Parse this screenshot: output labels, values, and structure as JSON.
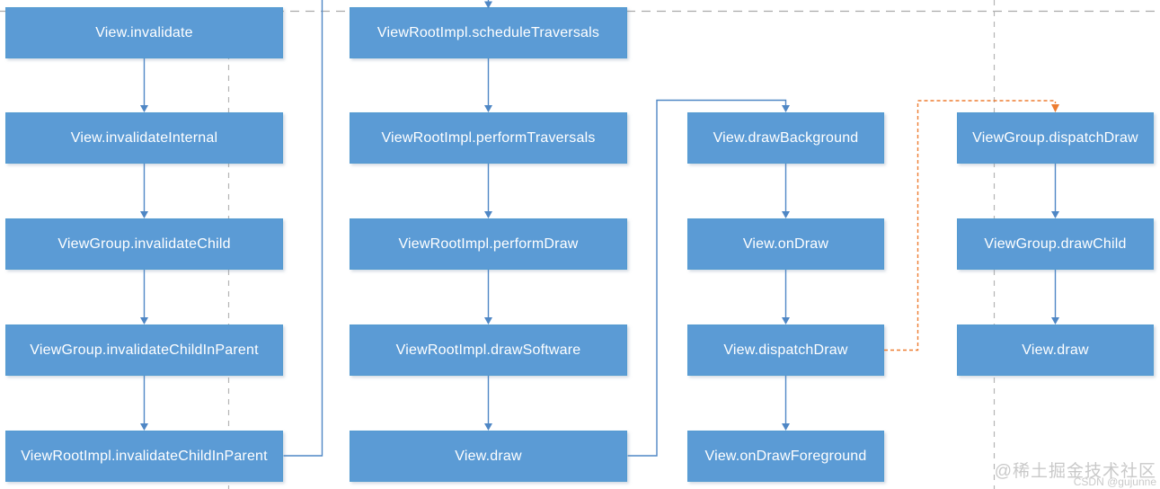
{
  "diagram": {
    "description": "Android View invalidate / draw call-flow diagram",
    "columns": [
      {
        "name": "invalidate-chain",
        "nodes": [
          "View.invalidate",
          "View.invalidateInternal",
          "ViewGroup.invalidateChild",
          "ViewGroup.invalidateChildInParent",
          "ViewRootImpl.invalidateChildInParent"
        ]
      },
      {
        "name": "traversal-chain",
        "nodes": [
          "ViewRootImpl.scheduleTraversals",
          "ViewRootImpl.performTraversals",
          "ViewRootImpl.performDraw",
          "ViewRootImpl.drawSoftware",
          "View.draw"
        ]
      },
      {
        "name": "view-draw-steps",
        "nodes": [
          "View.drawBackground",
          "View.onDraw",
          "View.dispatchDraw",
          "View.onDrawForeground"
        ]
      },
      {
        "name": "viewgroup-draw-chain",
        "nodes": [
          "ViewGroup.dispatchDraw",
          "ViewGroup.drawChild",
          "View.draw"
        ]
      }
    ],
    "colors": {
      "node_fill": "#5b9bd5",
      "node_text": "#ffffff",
      "connector_blue": "#4f87c5",
      "connector_orange": "#ed7d31",
      "guide_gray": "#b0b0b0"
    }
  },
  "watermark": {
    "community": "@稀土掘金技术社区",
    "csdn": "CSDN @gujunne"
  }
}
